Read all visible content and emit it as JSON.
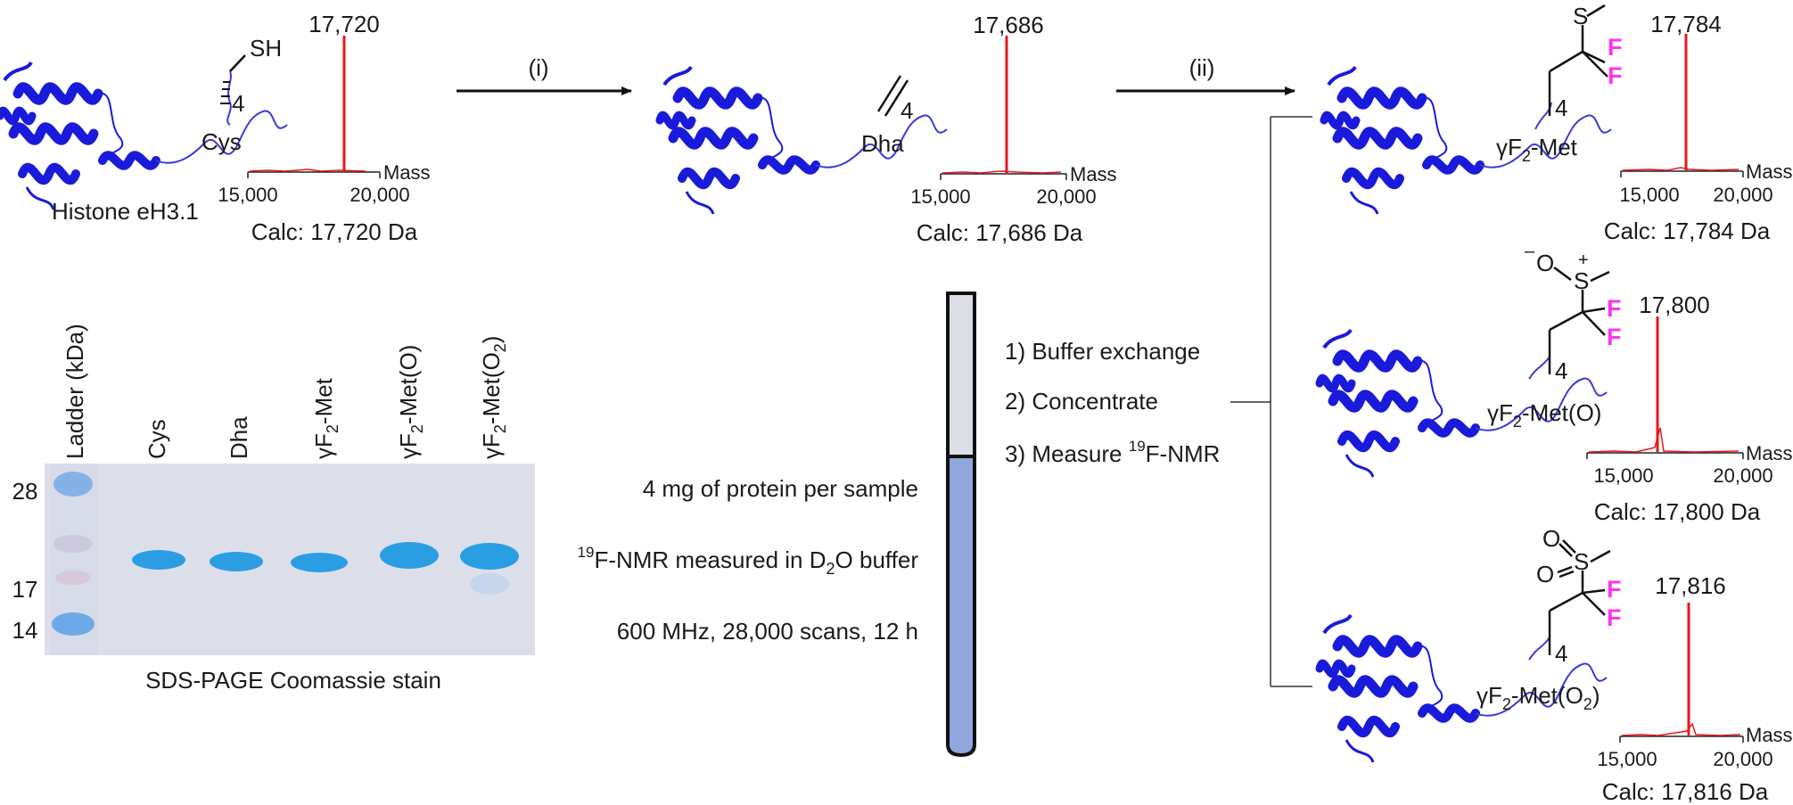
{
  "colors": {
    "protein": "#1a1adb",
    "spectrum": "#e8171d",
    "fluorine": "#ff33ee",
    "tube_top": "#dcdee6",
    "tube_bottom": "#8ea6dc",
    "gel": "#dcdfe9",
    "band": "#2b9ee3"
  },
  "proteins": {
    "start": {
      "name": "Histone eH3.1",
      "residue_label": "Cys",
      "position": "4",
      "group": "SH"
    },
    "dha": {
      "residue_label": "Dha",
      "position": "4"
    },
    "met": {
      "residue_label": "γF2-Met",
      "label_base": "γF",
      "label_sub": "2",
      "label_tail": "-Met",
      "position": "4",
      "atoms": {
        "s": "S",
        "f1": "F",
        "f2": "F"
      }
    },
    "meto": {
      "label_base": "γF",
      "label_sub": "2",
      "label_tail": "-Met(O)",
      "position": "4",
      "atoms": {
        "s": "S",
        "o": "O",
        "minus": "–",
        "plus": "+",
        "f1": "F",
        "f2": "F"
      }
    },
    "meto2": {
      "label_base": "γF",
      "label_sub": "2",
      "label_tail": "-Met(O",
      "label_sub2": "2",
      "label_end": ")",
      "position": "4",
      "atoms": {
        "s": "S",
        "o1": "O",
        "o2": "O",
        "f1": "F",
        "f2": "F"
      }
    }
  },
  "arrows": {
    "step1": "(i)",
    "step2": "(ii)"
  },
  "spectra": [
    {
      "id": "start",
      "peak_label": "17,720",
      "calc": "Calc: 17,720 Da",
      "axis_label": "Mass",
      "ticks": [
        "15,000",
        "20,000"
      ]
    },
    {
      "id": "dha",
      "peak_label": "17,686",
      "calc": "Calc: 17,686 Da",
      "axis_label": "Mass",
      "ticks": [
        "15,000",
        "20,000"
      ]
    },
    {
      "id": "met",
      "peak_label": "17,784",
      "calc": "Calc: 17,784 Da",
      "axis_label": "Mass",
      "ticks": [
        "15,000",
        "20,000"
      ]
    },
    {
      "id": "meto",
      "peak_label": "17,800",
      "calc": "Calc: 17,800 Da",
      "axis_label": "Mass",
      "ticks": [
        "15,000",
        "20,000"
      ]
    },
    {
      "id": "meto2",
      "peak_label": "17,816",
      "calc": "Calc: 17,816 Da",
      "axis_label": "Mass",
      "ticks": [
        "15,000",
        "20,000"
      ]
    }
  ],
  "gel": {
    "caption": "SDS-PAGE Coomassie stain",
    "ladder_label": "Ladder (kDa)",
    "markers": [
      "28",
      "17",
      "14"
    ],
    "lanes": [
      {
        "base": "Cys"
      },
      {
        "base": "Dha"
      },
      {
        "base": "γF",
        "sub": "2",
        "tail": "-Met"
      },
      {
        "base": "γF",
        "sub": "2",
        "tail": "-Met(O)"
      },
      {
        "base": "γF",
        "sub": "2",
        "tail": "-Met(O",
        "sub2": "2",
        "end": ")"
      }
    ]
  },
  "nmr": {
    "steps": [
      "1) Buffer exchange",
      "2) Concentrate",
      "3) Measure ",
      "F-NMR"
    ],
    "step3_sup": "19",
    "conditions": {
      "amount": "4 mg of protein per sample",
      "buffer_sup": "19",
      "buffer_a": "F-NMR measured in D",
      "buffer_sub": "2",
      "buffer_b": "O buffer",
      "instrument": "600 MHz, 28,000 scans, 12 h"
    }
  }
}
